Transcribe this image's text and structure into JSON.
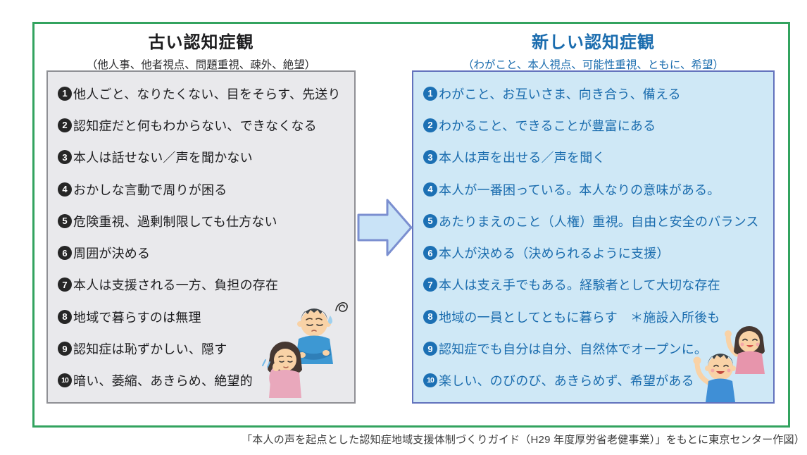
{
  "figure": {
    "caption": "「本人の声を起点とした認知症地域支援体制づくりガイド（H29 年度厚労省老健事業）」をもとに東京センター作図）"
  },
  "old_view": {
    "title": "古い認知症観",
    "subtitle": "（他人事、他者視点、問題重視、疎外、絶望）",
    "items": [
      {
        "num": "1",
        "text": "他人ごと、なりたくない、目をそらす、先送り"
      },
      {
        "num": "2",
        "text": "認知症だと何もわからない、できなくなる"
      },
      {
        "num": "3",
        "text": "本人は話せない／声を聞かない"
      },
      {
        "num": "4",
        "text": "おかしな言動で周りが困る"
      },
      {
        "num": "5",
        "text": "危険重視、過剰制限しても仕方ない"
      },
      {
        "num": "6",
        "text": "周囲が決める"
      },
      {
        "num": "7",
        "text": "本人は支援される一方、負担の存在"
      },
      {
        "num": "8",
        "text": "地域で暮らすのは無理"
      },
      {
        "num": "9",
        "text": "認知症は恥ずかしい、隠す"
      },
      {
        "num": "10",
        "text": "暗い、萎縮、あきらめ、絶望的"
      }
    ]
  },
  "new_view": {
    "title": "新しい認知症観",
    "subtitle": "（わがこと、本人視点、可能性重視、ともに、希望）",
    "items": [
      {
        "num": "1",
        "text": "わがこと、お互いさま、向き合う、備える"
      },
      {
        "num": "2",
        "text": "わかること、できることが豊富にある"
      },
      {
        "num": "3",
        "text": "本人は声を出せる／声を聞く"
      },
      {
        "num": "4",
        "text": "本人が一番困っている。本人なりの意味がある。"
      },
      {
        "num": "5",
        "text": "あたりまえのこと（人権）重視。自由と安全のバランス"
      },
      {
        "num": "6",
        "text": "本人が決める（決められるように支援）"
      },
      {
        "num": "7",
        "text": "本人は支え手でもある。経験者として大切な存在"
      },
      {
        "num": "8",
        "text": "地域の一員としてともに暮らす　＊施設入所後も"
      },
      {
        "num": "9",
        "text": "認知症でも自分は自分、自然体でオープンに。"
      },
      {
        "num": "10",
        "text": "楽しい、のびのび、あきらめず、希望がある"
      }
    ]
  },
  "icons": {
    "arrow": "right-arrow-icon",
    "old_illustration": "worried-people-illustration",
    "new_illustration": "happy-waving-people-illustration"
  },
  "colors": {
    "frame_green": "#33a35f",
    "old_text": "#1d1d1f",
    "old_panel_bg": "#e9e9ec",
    "old_panel_border": "#8f9095",
    "new_text": "#1a6cae",
    "new_panel_bg": "#cfe8f6",
    "new_panel_border": "#6272bd",
    "new_badge": "#1c70b4",
    "arrow_fill": "#c9e3f7",
    "arrow_border": "#7b8fd0"
  }
}
